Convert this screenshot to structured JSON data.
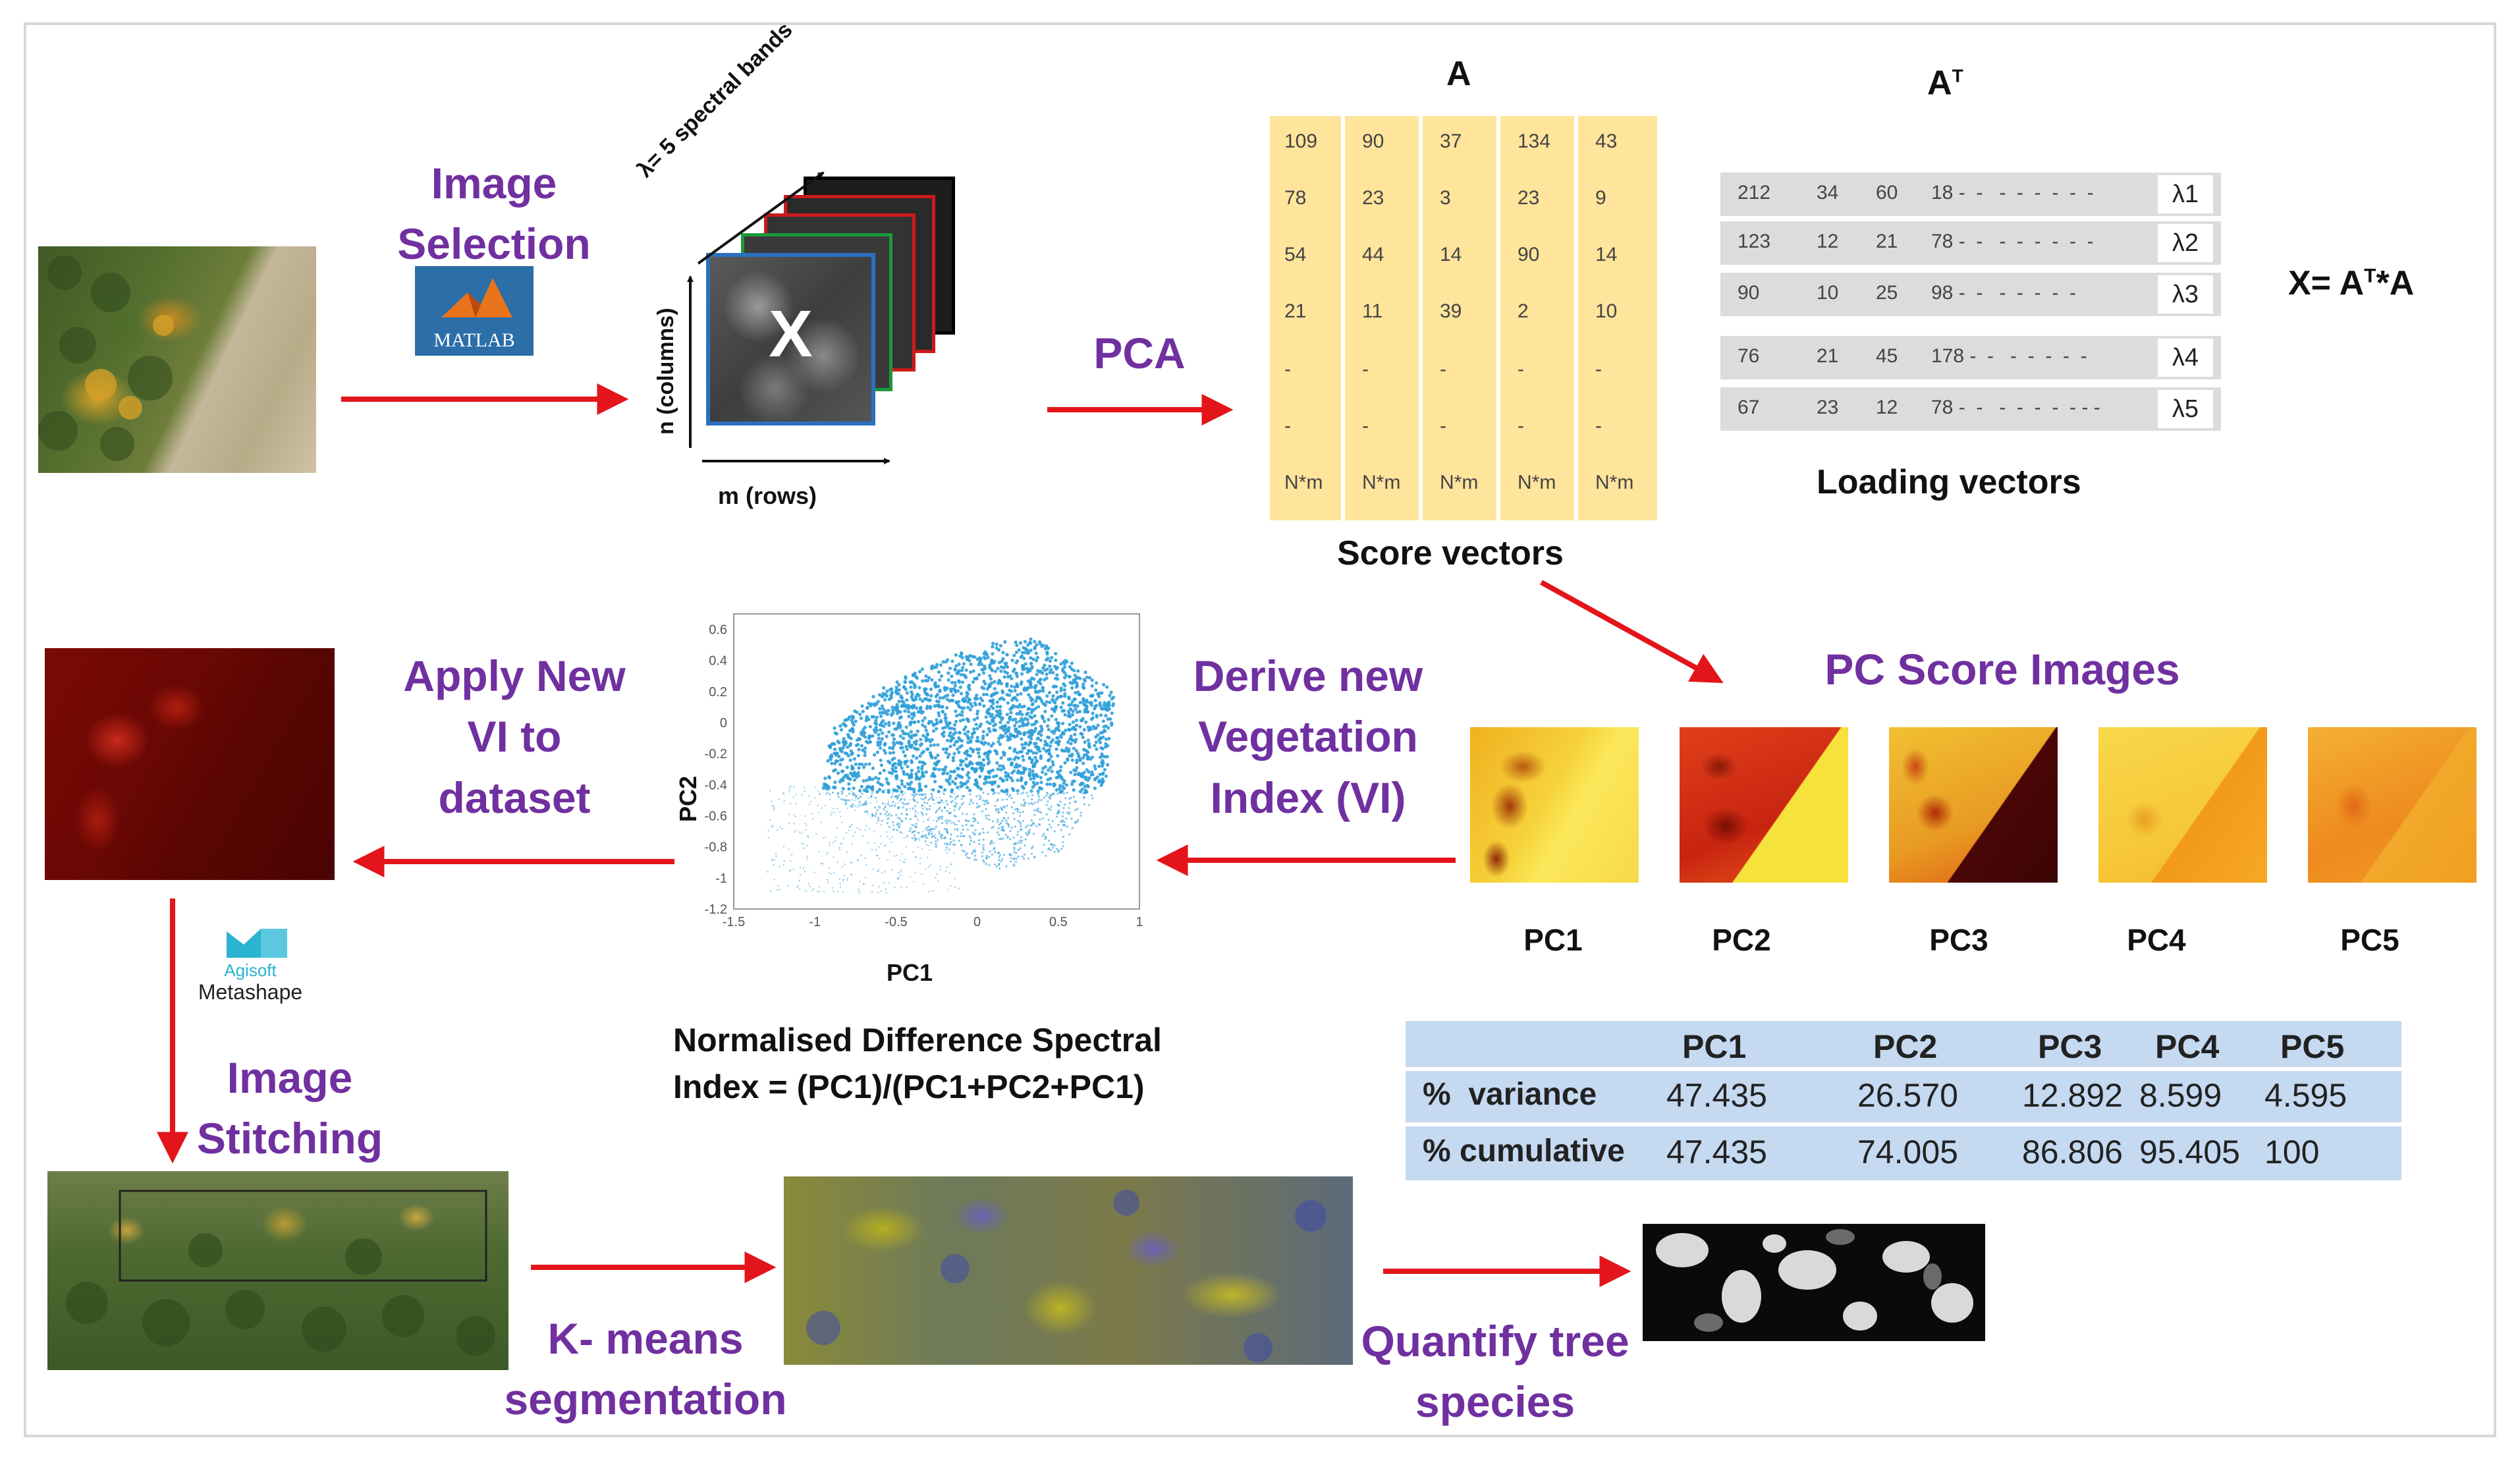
{
  "labels": {
    "image_selection": "Image Selection",
    "pca": "PCA",
    "matlab_logo": "MATLAB",
    "spectral_bands": "λ= 5 spectral bands",
    "n_columns": "n (columns)",
    "m_rows": "m (rows)",
    "image_x": "X",
    "matrix_a_title": "A",
    "matrix_at_title": "A",
    "matrix_at_sup": "T",
    "formula_prefix": "X= A",
    "formula_sup": "T",
    "formula_suffix": "*A",
    "score_vectors": "Score vectors",
    "loading_vectors": "Loading vectors",
    "pc_score_images": "PC Score Images",
    "derive_line1": "Derive new",
    "derive_line2": "Vegetation",
    "derive_line3": "Index (VI)",
    "apply_line1": "Apply New",
    "apply_line2": "VI to",
    "apply_line3": "dataset",
    "agisoft_line1": "Agisoft",
    "agisoft_line2": "Metashape",
    "stitch_line1": "Image",
    "stitch_line2": "Stitching",
    "kmeans_line1": "K- means",
    "kmeans_line2": "segmentation",
    "quantify_line1": "Quantify tree",
    "quantify_line2": "species",
    "ndsi_line1": "Normalised Difference Spectral",
    "ndsi_line2": "Index = (PC1)/(PC1+PC2+PC1)",
    "scatter_xlabel": "PC1",
    "scatter_ylabel": "PC2"
  },
  "matrix_a": {
    "columns": [
      [
        "109",
        "78",
        "54",
        "21",
        "-",
        "-",
        "N*m"
      ],
      [
        "90",
        "23",
        "44",
        "11",
        "-",
        "-",
        "N*m"
      ],
      [
        "37",
        "3",
        "14",
        "39",
        "-",
        "-",
        "N*m"
      ],
      [
        "134",
        "23",
        "90",
        "2",
        "-",
        "-",
        "N*m"
      ],
      [
        "43",
        "9",
        "14",
        "10",
        "-",
        "-",
        "N*m"
      ]
    ]
  },
  "loading_vectors": [
    {
      "values": [
        "212",
        "34",
        "60",
        "18 -  -   -  -  -  -  -  -"
      ],
      "lambda": "λ1"
    },
    {
      "values": [
        "123",
        "12",
        "21",
        "78 -  -   -  -  -  -  -  -"
      ],
      "lambda": "λ2"
    },
    {
      "values": [
        "90",
        "10",
        "25",
        "98 -  -   -  -  -  -  -"
      ],
      "lambda": "λ3"
    },
    {
      "values": [
        "76",
        "21",
        "45",
        "178 -  -   -  -  -  -  -"
      ],
      "lambda": "λ4"
    },
    {
      "values": [
        "67",
        "23",
        "12",
        "78 -  -   -  -  -  -  - - -"
      ],
      "lambda": "λ5"
    }
  ],
  "pc_images": [
    "PC1",
    "PC2",
    "PC3",
    "PC4",
    "PC5"
  ],
  "variance_table": {
    "headers": [
      "PC1",
      "PC2",
      "PC3",
      "PC4",
      "PC5"
    ],
    "rows": [
      {
        "label": "%  variance",
        "values": [
          "47.435",
          "26.570",
          "12.892",
          "8.599",
          "4.595"
        ]
      },
      {
        "label": "% cumulative",
        "values": [
          "47.435",
          "74.005",
          "86.806",
          "95.405",
          "100"
        ]
      }
    ]
  },
  "scatter_ticks": {
    "y": [
      "0.6",
      "0.4",
      "0.2",
      "0",
      "-0.2",
      "-0.4",
      "-0.6",
      "-0.8",
      "-1",
      "-1.2"
    ],
    "x": [
      "-1.5",
      "-1",
      "-0.5",
      "0",
      "0.5",
      "1"
    ]
  },
  "colors": {
    "label_purple": "#7030a0",
    "arrow_red": "#e3151a",
    "matrix_a_fill": "#ffe49c",
    "loading_fill": "#dcdcdc",
    "table_fill": "#c5d9f1",
    "scatter_blue": "#2f9fd8"
  }
}
